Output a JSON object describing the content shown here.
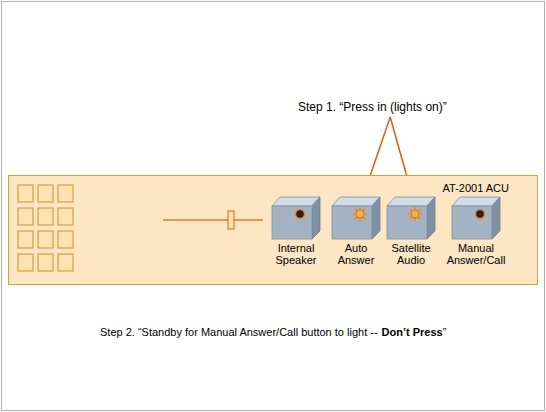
{
  "diagram": {
    "nodes": [
      {
        "text": [
          "AT-2001 ACU"
        ]
      },
      {
        "text": [
          "Internal Speaker"
        ],
        "in": 0
      },
      {
        "text": [
          "Auto Answer"
        ],
        "in": 0
      },
      {
        "text": [
          "Satellite Audio"
        ],
        "in": 0
      },
      {
        "text": [
          "Manual Answer/Call"
        ],
        "in": 0
      }
    ],
    "labels": [
      "Step 1. “Press in (lights on)”",
      "Step 2. “Standby for Manual Answer/Call button to light --",
      "Don’t Press",
      "”"
    ]
  }
}
